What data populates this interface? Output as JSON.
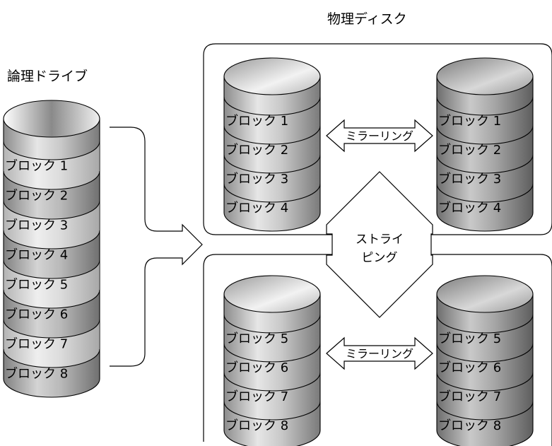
{
  "physical_title": "物理ディスク",
  "logical_title": "論理ドライブ",
  "logical_drive": {
    "blocks": [
      "ブロック 1",
      "ブロック 2",
      "ブロック 3",
      "ブロック 4",
      "ブロック 5",
      "ブロック 6",
      "ブロック 7",
      "ブロック 8"
    ]
  },
  "mirror_groups": [
    {
      "left_disk": [
        "ブロック 1",
        "ブロック 2",
        "ブロック 3",
        "ブロック 4"
      ],
      "right_disk": [
        "ブロック 1",
        "ブロック 2",
        "ブロック 3",
        "ブロック 4"
      ],
      "mirror_label": "ミラーリング"
    },
    {
      "left_disk": [
        "ブロック 5",
        "ブロック 6",
        "ブロック 7",
        "ブロック 8"
      ],
      "right_disk": [
        "ブロック 5",
        "ブロック 6",
        "ブロック 7",
        "ブロック 8"
      ],
      "mirror_label": "ミラーリング"
    }
  ],
  "striping_label": [
    "ストライ",
    "ピング"
  ]
}
